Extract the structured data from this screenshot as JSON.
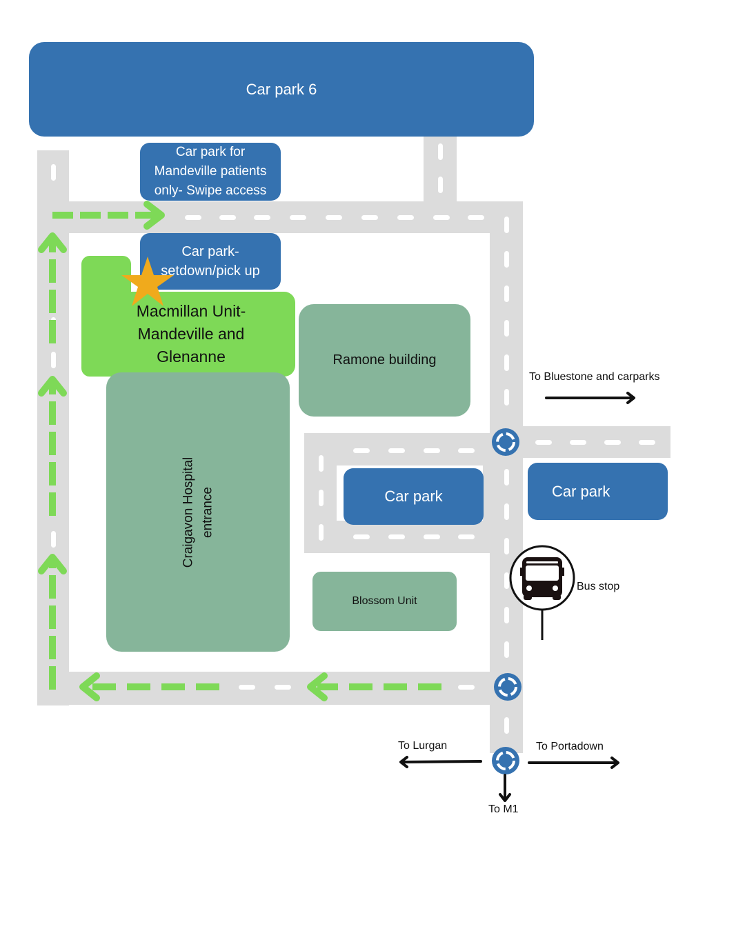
{
  "map": {
    "colors": {
      "car_park": "#3572b0",
      "building": "#86b59a",
      "macmillan_unit": "#7ed957",
      "route_arrow": "#7ed957",
      "road": "#dcdcdc",
      "star": "#f0aa1c",
      "roundabout": "#3572b0"
    },
    "car_parks": {
      "car_park_6": "Car park 6",
      "mandeville_only": "Car park for Mandeville patients only- Swipe access",
      "setdown": "Car park- setdown/pick up",
      "central": "Car park",
      "east": "Car park"
    },
    "buildings": {
      "macmillan": "Macmillan Unit- Mandeville and Glenanne",
      "ramone": "Ramone building",
      "craigavon_line1": "Craigavon Hospital",
      "craigavon_line2": "entrance",
      "blossom": "Blossom Unit"
    },
    "directions": {
      "bluestone": "To Bluestone and carparks",
      "lurgan": "To Lurgan",
      "portadown": "To Portadown",
      "m1": "To M1"
    },
    "bus_stop": {
      "label": "Bus stop",
      "icon": "bus-icon"
    },
    "destination_marker": {
      "icon": "star-icon"
    },
    "roundabouts": [
      "roundabout-icon",
      "roundabout-icon",
      "roundabout-icon"
    ]
  }
}
